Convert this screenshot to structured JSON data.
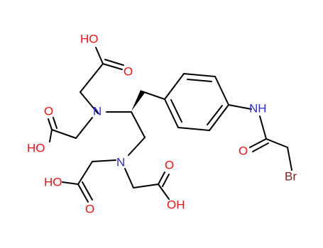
{
  "molecule": {
    "colors": {
      "O": "#ff0d0d",
      "N": "#2b2bd6",
      "Br": "#8b1a1a",
      "C": "#000000"
    },
    "labels": {
      "oh_top": "HO",
      "o_top": "O",
      "n_upper": "N",
      "o_left": "O",
      "oh_left": "HO",
      "n_lower": "N",
      "oh_bl": "HO",
      "o_bl": "O",
      "o_br": "O",
      "oh_br": "OH",
      "nh": "NH",
      "o_amide": "O",
      "br": "Br"
    }
  }
}
